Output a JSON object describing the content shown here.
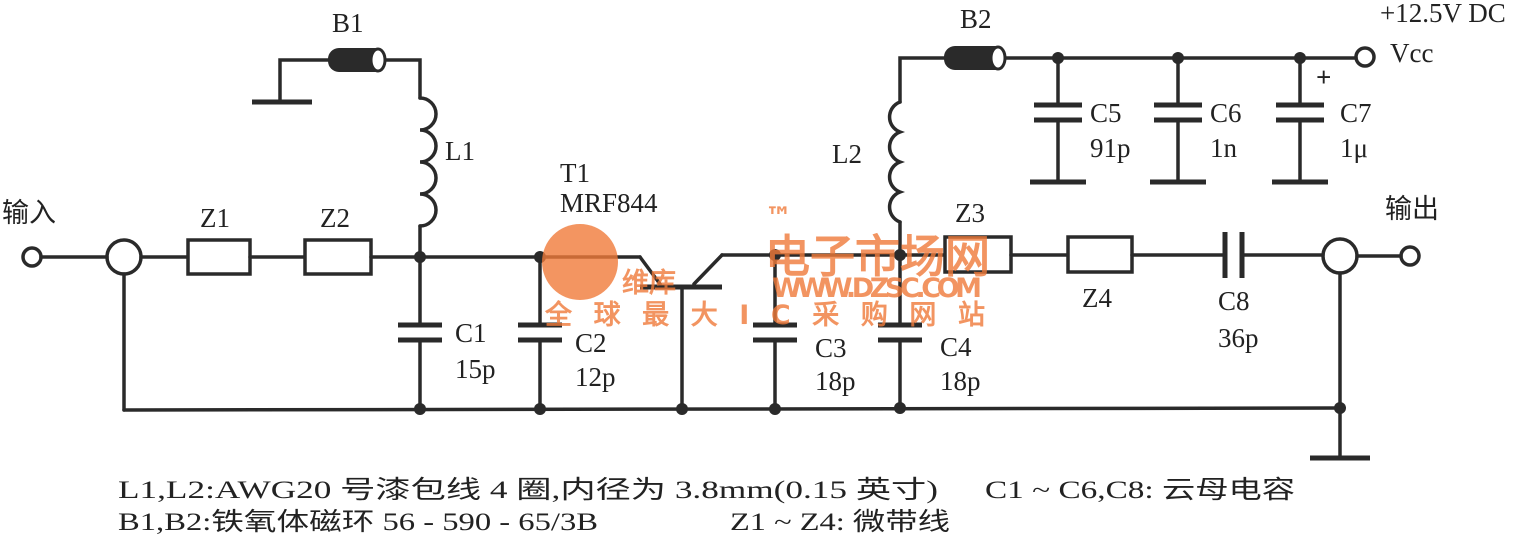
{
  "input_label": "输入",
  "output_label": "输出",
  "supply": {
    "voltage": "+12.5V DC",
    "vcc": "Vcc"
  },
  "ferrites": {
    "b1": "B1",
    "b2": "B2"
  },
  "inductors": {
    "l1": "L1",
    "l2": "L2"
  },
  "transistor": {
    "ref": "T1",
    "part": "MRF844"
  },
  "microstrips": {
    "z1": "Z1",
    "z2": "Z2",
    "z3": "Z3",
    "z4": "Z4"
  },
  "capacitors": {
    "c1": {
      "ref": "C1",
      "value": "15p"
    },
    "c2": {
      "ref": "C2",
      "value": "12p"
    },
    "c3": {
      "ref": "C3",
      "value": "18p"
    },
    "c4": {
      "ref": "C4",
      "value": "18p"
    },
    "c5": {
      "ref": "C5",
      "value": "91p"
    },
    "c6": {
      "ref": "C6",
      "value": "1n"
    },
    "c7": {
      "ref": "C7",
      "value": "1μ",
      "polarity": "+"
    },
    "c8": {
      "ref": "C8",
      "value": "36p"
    }
  },
  "notes": {
    "line1a": "L1,L2:AWG20 号漆包线 4 圈,内径为 3.8mm(0.15 英寸)",
    "line1b": "C1 ~ C6,C8: 云母电容",
    "line2a": "B1,B2:铁氧体磁环 56 - 590 - 65/3B",
    "line2b": "Z1 ~ Z4: 微带线"
  },
  "watermark": {
    "brand": "维库电子市场网",
    "tm": "™",
    "url": "WWW.DZSC.COM",
    "slogan": "全 球 最 大 I C 采 购 网 站",
    "color": "#f07a3a"
  }
}
